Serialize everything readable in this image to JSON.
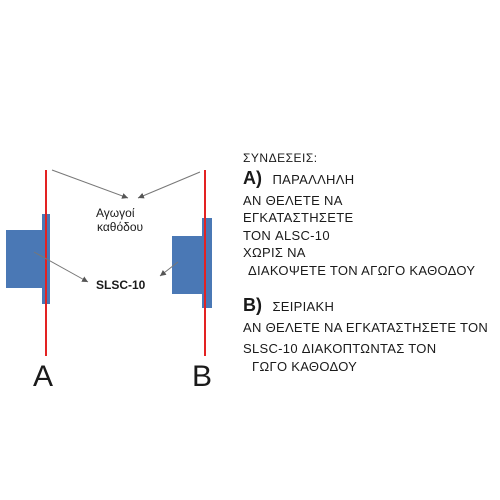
{
  "diagram": {
    "label_cathode": [
      "Αγωγοί",
      "καθόδου"
    ],
    "label_device": "SLSC-10",
    "label_a": "A",
    "label_b": "B",
    "colors": {
      "wire": "#e32222",
      "device": "#4a78b5",
      "arrow": "#777777"
    }
  },
  "instructions": {
    "heading": "ΣΥΝΔΕΣΕΙΣ:",
    "a_mark": "A)",
    "a_title": "ΠΑΡΑΛΛΗΛΗ",
    "a_line1": "ΑΝ ΘΕΛΕΤΕ ΝΑ",
    "a_line2": "ΕΓΚΑΤΑΣΤΗΣΕΤΕ",
    "a_line3": "ΤΟΝ ALSC-10",
    "a_line4": "ΧΩΡΙΣ ΝΑ",
    "a_line5": "ΔΙΑΚΟΨΕΤΕ ΤΟΝ ΑΓΩΓΟ ΚΑΘΟΔΟΥ",
    "b_mark": "B)",
    "b_title": "ΣΕΙΡΙΑΚΗ",
    "b_line1": "ΑΝ ΘΕΛΕΤΕ ΝΑ ΕΓΚΑΤΑΣΤΗΣΕΤΕ ΤΟΝ",
    "b_line2": "SLSC-10 ΔΙΑΚΟΠΤΩΝΤΑΣ ΤΟΝ",
    "b_line3": "ΓΩΓΟ ΚΑΘΟΔΟΥ"
  }
}
